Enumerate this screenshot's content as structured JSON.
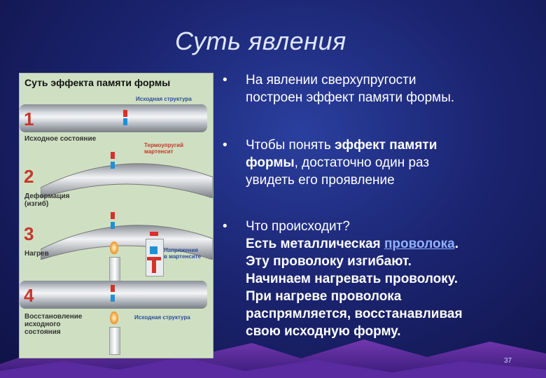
{
  "slide": {
    "title": "Суть явления",
    "page_number": "37"
  },
  "figure": {
    "title": "Суть эффекта памяти формы",
    "steps": [
      {
        "number": "1",
        "caption_lines": [
          "Исходное состояние"
        ]
      },
      {
        "number": "2",
        "caption_lines": [
          "Деформация",
          "(изгиб)"
        ]
      },
      {
        "number": "3",
        "caption_lines": [
          "Нагрев"
        ]
      },
      {
        "number": "4",
        "caption_lines": [
          "Восстановление",
          "исходного",
          "состояния"
        ]
      }
    ],
    "labels": {
      "initial_structure_top": "Исходная структура",
      "thermo_martensite": [
        "Термоупругий",
        "мартенсит"
      ],
      "stress_martensite": [
        "Напряжения",
        "в мартенсите"
      ],
      "initial_structure_bottom": "Исходная структура"
    }
  },
  "bullets": [
    {
      "lines": [
        "На явлении сверхупругости",
        "построен эффект памяти формы."
      ]
    },
    {
      "line1_prefix": "Чтобы понять ",
      "line1_bold": "эффект памяти",
      "line2_bold": "формы",
      "line2_rest": ", достаточно один раз",
      "line3": "увидеть его проявление"
    },
    {
      "line1": "Что происходит?",
      "line2_prefix": "Есть металлическая ",
      "line2_link": "проволока",
      "line2_suffix": ".",
      "bold_lines": [
        "Эту проволоку изгибают.",
        "Начинаем нагревать проволоку.",
        "При нагреве проволока",
        "распрямляется, восстанавливая",
        "свою исходную форму."
      ]
    }
  ],
  "colors": {
    "title": "#dfe6ff",
    "link": "#8fb2ff",
    "step_number": "#c8362b",
    "marker_red": "#d6312a",
    "marker_blue": "#1f8fd8"
  }
}
